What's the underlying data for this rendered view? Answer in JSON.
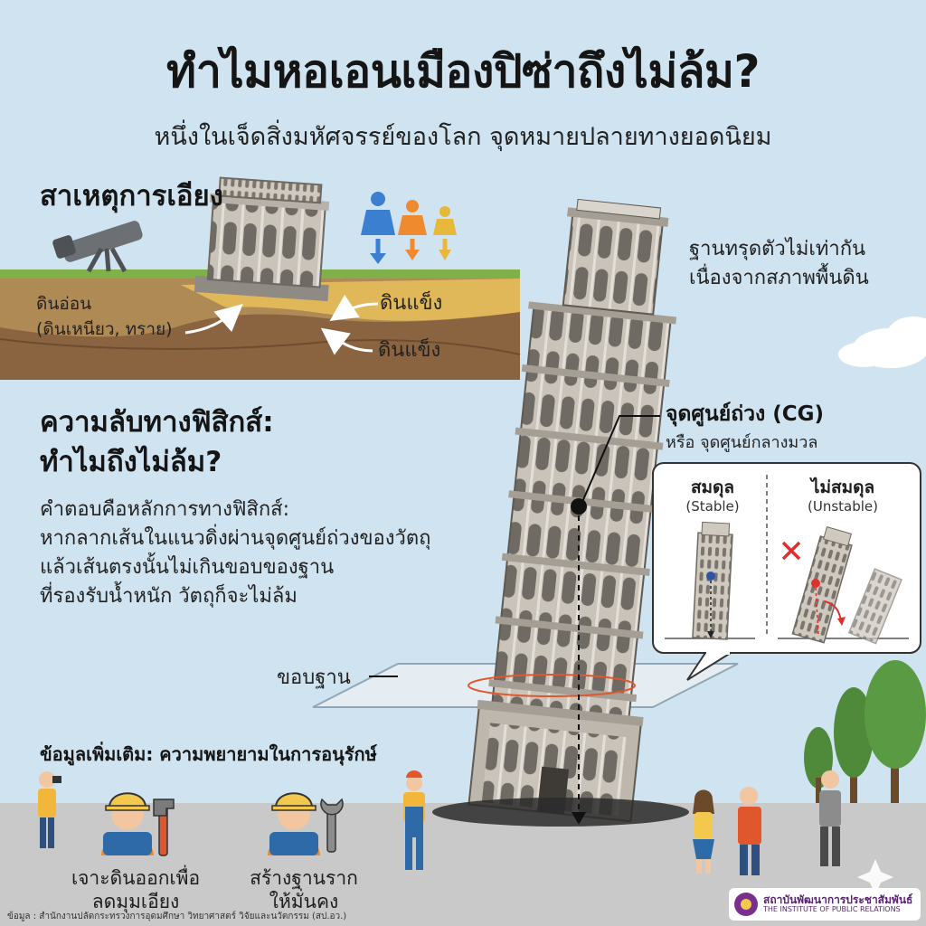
{
  "header": {
    "title": "ทำไมหอเอนเมืองปิซ่าถึงไม่ล้ม?",
    "subtitle": "หนึ่งในเจ็ดสิ่งมหัศจรรย์ของโลก จุดหมายปลายทางยอดนิยม"
  },
  "cause": {
    "heading": "สาเหตุการเอียง",
    "soft_soil": "ดินอ่อน",
    "soft_soil_detail": "(ดินเหนียว, ทราย)",
    "hard_soil_1": "ดินแข็ง",
    "hard_soil_2": "ดินแข็ง",
    "note_line1": "ฐานทรุดตัวไม่เท่ากัน",
    "note_line2": "เนื่องจากสภาพพื้นดิน"
  },
  "physics": {
    "heading_line1": "ความลับทางฟิสิกส์:",
    "heading_line2": "ทำไมถึงไม่ล้ม?",
    "body": [
      "คำตอบคือหลักการทางฟิสิกส์:",
      "หากลากเส้นในแนวดิ่งผ่านจุดศูนย์ถ่วงของวัตถุ",
      "แล้วเส้นตรงนั้นไม่เกินขอบของฐาน",
      "ที่รองรับน้ำหนัก วัตถุก็จะไม่ล้ม"
    ],
    "cg_label": "จุดศูนย์ถ่วง (CG)",
    "cg_sub": "หรือ จุดศูนย์กลางมวล",
    "base_edge_label": "ขอบฐาน"
  },
  "comparison": {
    "stable_title": "สมดุล",
    "stable_sub": "(Stable)",
    "unstable_title": "ไม่สมดุล",
    "unstable_sub": "(Unstable)"
  },
  "conservation": {
    "heading": "ข้อมูลเพิ่มเติม: ความพยายามในการอนุรักษ์",
    "item1_line1": "เจาะดินออกเพื่อ",
    "item1_line2": "ลดมุมเอียง",
    "item2_line1": "สร้างฐานราก",
    "item2_line2": "ให้มั่นคง"
  },
  "footer": {
    "source": "ข้อมูล : สำนักงานปลัดกระทรวงการอุดมศึกษา วิทยาศาสตร์ วิจัยและนวัตกรรม (สป.อว.)",
    "org_th": "สถาบันพัฒนาการประชาสัมพันธ์",
    "org_en": "THE INSTITUTE OF PUBLIC RELATIONS"
  },
  "icons": {
    "telescope": "telescope-icon",
    "person_weights": "person-weight-icon",
    "engineer": "engineer-icon",
    "wrench": "wrench-icon",
    "pipe_wrench": "pipe-wrench-icon"
  },
  "colors": {
    "sky": "#cfe3f1",
    "grass": "#7fb04a",
    "soft_soil": "#b08a55",
    "hard_soil": "#e0b85a",
    "ground": "#c9c9c9",
    "stone": "#c8c2b8",
    "accent_red": "#e0572e",
    "weight_blue": "#3b7fd0",
    "weight_orange": "#ef8a2e",
    "weight_yellow": "#e6b93a"
  }
}
